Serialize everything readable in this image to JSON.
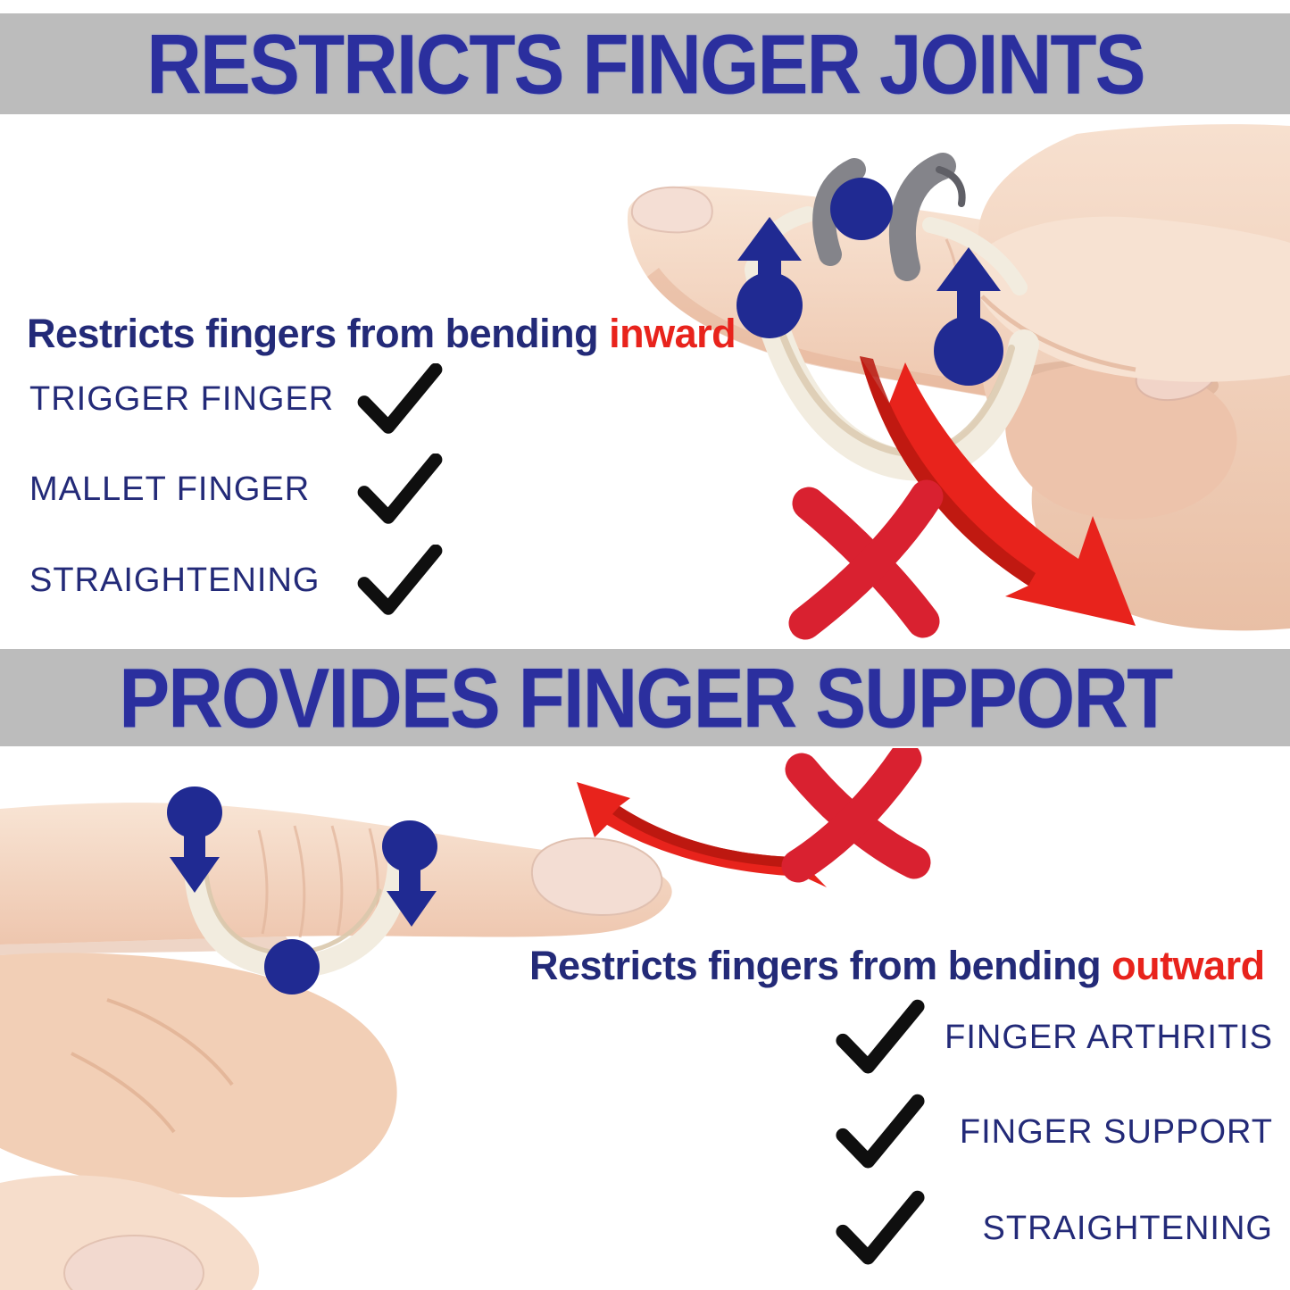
{
  "colors": {
    "header_bar": "#bcbcbc",
    "header_text": "#2b2f9e",
    "body_text": "#232a78",
    "highlight_red": "#e8231c",
    "wrong_red": "#d92130",
    "check_black": "#0f0f0f",
    "arrow_blue": "#202a92",
    "skin": "#f4d9c6",
    "splint": "#f2ecdf",
    "clip_gray": "#84848a"
  },
  "icons": {
    "checkmark": "✓",
    "wrong_x": "✗",
    "force_arrow": "↑",
    "bend_arrow": "curved-arrow"
  },
  "sections": {
    "top": {
      "header": "RESTRICTS FINGER JOINTS",
      "caption": {
        "prefix": "Restricts fingers from bending ",
        "highlight": "inward"
      },
      "checklist": [
        "TRIGGER FINGER",
        "MALLET FINGER",
        "STRAIGHTENING"
      ]
    },
    "bottom": {
      "header": "PROVIDES FINGER SUPPORT",
      "caption": {
        "prefix": "Restricts fingers from bending ",
        "highlight": "outward"
      },
      "checklist": [
        "FINGER ARTHRITIS",
        "FINGER SUPPORT",
        "STRAIGHTENING"
      ]
    }
  }
}
